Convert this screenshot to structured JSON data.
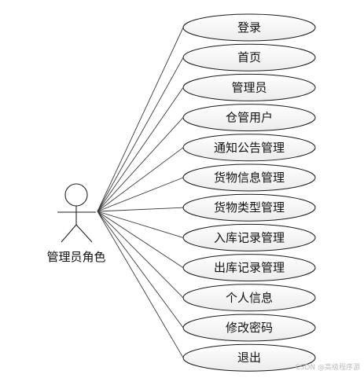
{
  "actor": {
    "label": "管理员角色"
  },
  "use_cases": [
    {
      "id": "login",
      "label": "登录"
    },
    {
      "id": "home",
      "label": "首页"
    },
    {
      "id": "admin",
      "label": "管理员"
    },
    {
      "id": "warehouse-user",
      "label": "仓管用户"
    },
    {
      "id": "notice-management",
      "label": "通知公告管理"
    },
    {
      "id": "goods-info-management",
      "label": "货物信息管理"
    },
    {
      "id": "goods-type-management",
      "label": "货物类型管理"
    },
    {
      "id": "inbound-record-management",
      "label": "入库记录管理"
    },
    {
      "id": "outbound-record-management",
      "label": "出库记录管理"
    },
    {
      "id": "personal-info",
      "label": "个人信息"
    },
    {
      "id": "change-password",
      "label": "修改密码"
    },
    {
      "id": "logout",
      "label": "退出"
    }
  ],
  "watermark": "CSDN @高级程序源"
}
